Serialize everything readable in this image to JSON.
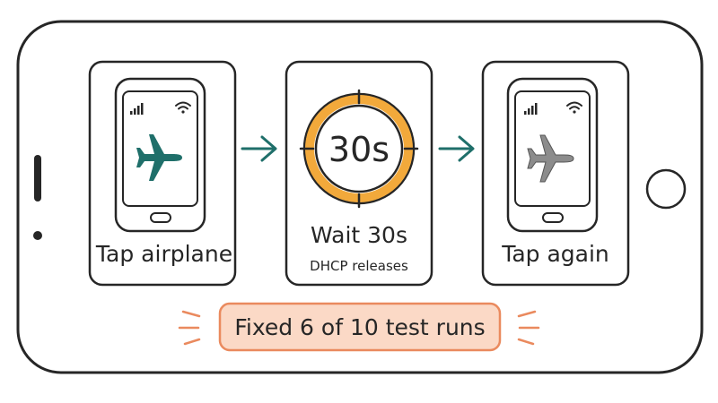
{
  "steps": [
    {
      "label": "Tap airplane",
      "icon": "airplane-icon",
      "icon_color": "#1f6f6a"
    },
    {
      "label": "Wait 30s",
      "timer": "30s",
      "sublabel": "DHCP releases",
      "icon": "timer-ring-icon",
      "icon_color": "#f2a93b"
    },
    {
      "label": "Tap again",
      "icon": "airplane-icon",
      "icon_color": "#8c8c8c"
    }
  ],
  "result": {
    "text": "Fixed 6 of 10 test runs",
    "fill": "#fbd9c6",
    "border": "#ea8a5e"
  },
  "colors": {
    "arrow": "#1f6f6a",
    "ink": "#262626",
    "accent_lines": "#ea8a5e"
  }
}
